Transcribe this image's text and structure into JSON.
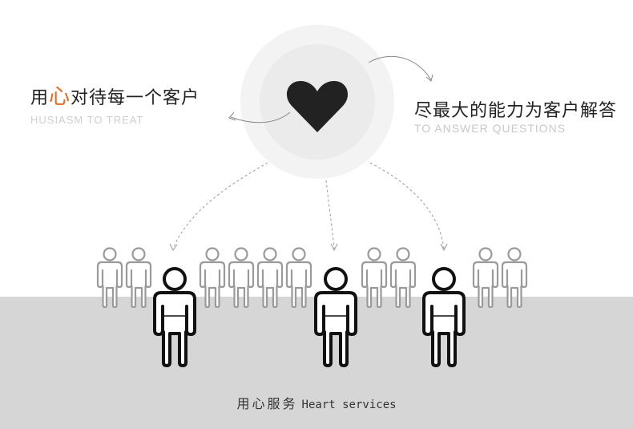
{
  "left": {
    "title_prefix": "用",
    "title_accent": "心",
    "title_suffix": "对待每一个客户",
    "subtitle": "HUSIASM TO TREAT"
  },
  "right": {
    "title": "尽最大的能力为客户解答",
    "subtitle": "TO ANSWER QUESTIONS"
  },
  "caption": {
    "cn": "用心服务",
    "en": "Heart services"
  },
  "colors": {
    "accent": "#e8661e",
    "dark": "#222222",
    "floor": "#d6d6d6",
    "circle_outer": "#f3f3f3",
    "circle_inner": "#ebebeb"
  },
  "icons": {
    "center": "heart-icon",
    "people": "person-icon"
  }
}
